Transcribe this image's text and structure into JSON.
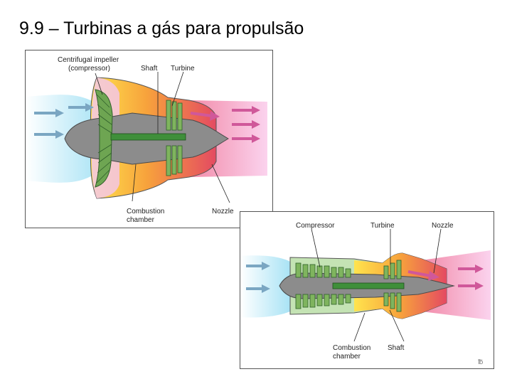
{
  "slide": {
    "title": "9.9 – Turbinas a gás para propulsão"
  },
  "diagram_centrifugal": {
    "labels": {
      "impeller_line1": "Centrifugal impeller",
      "impeller_line2": "(compressor)",
      "shaft": "Shaft",
      "turbine": "Turbine",
      "combustion_line1": "Combustion",
      "combustion_line2": "chamber",
      "nozzle": "Nozzle"
    }
  },
  "diagram_axial": {
    "labels": {
      "compressor": "Compressor",
      "turbine": "Turbine",
      "nozzle": "Nozzle",
      "combustion_line1": "Combustion",
      "combustion_line2": "chamber",
      "shaft": "Shaft"
    },
    "credit_mark": "℔"
  },
  "colors": {
    "intake_blue": "#bfe9f6",
    "exhaust_pink": "#f7bde1",
    "hot_red": "#e6576b",
    "flame_yellow": "#ffe44d",
    "blade_green": "#6ea552",
    "shaft_green": "#3f8f3a",
    "body_gray": "#8c8c8c",
    "arrow_blue": "#7aa6c2",
    "arrow_pink": "#d0589a"
  }
}
